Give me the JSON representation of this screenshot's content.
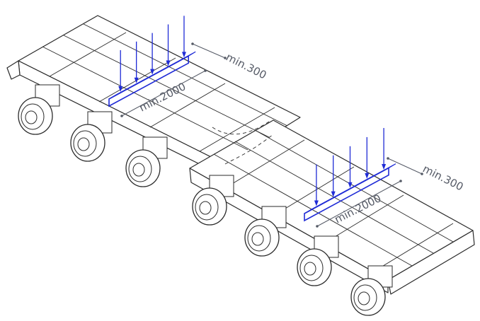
{
  "colors": {
    "line": "#2a2a2a",
    "load": "#1f2bd6",
    "dimension": "#555a66",
    "background": "#ffffff"
  },
  "dimensions": {
    "front_spacing": "min.300",
    "front_length": "min.2000",
    "rear_spacing": "min.300",
    "rear_length": "min.2000"
  },
  "diagram": {
    "axle_lines": 7,
    "load_beams": 2,
    "load_arrows_per_beam": 5
  }
}
